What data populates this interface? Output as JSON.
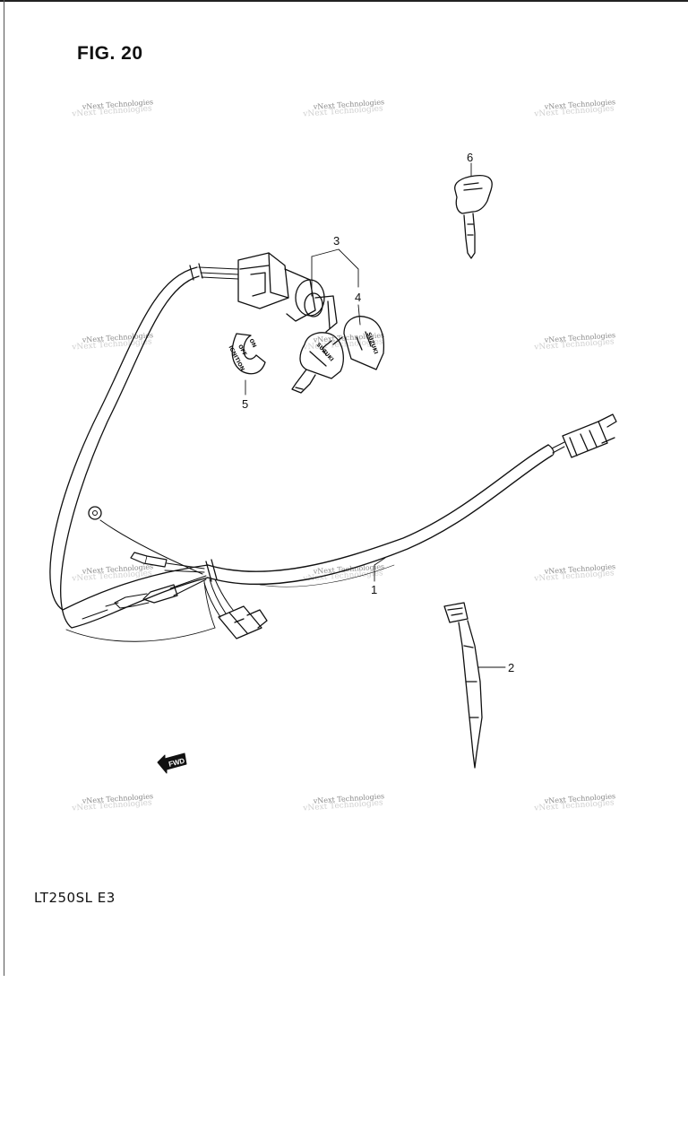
{
  "figure": {
    "title": "FIG. 20"
  },
  "model": {
    "label": "LT250SL  E3"
  },
  "watermark": {
    "text": "vNext Technologies"
  },
  "callouts": [
    {
      "id": "1",
      "label": "1"
    },
    {
      "id": "2",
      "label": "2"
    },
    {
      "id": "3",
      "label": "3"
    },
    {
      "id": "4",
      "label": "4"
    },
    {
      "id": "5",
      "label": "5"
    },
    {
      "id": "6",
      "label": "6"
    }
  ],
  "indicators": {
    "fwd": "FWD"
  },
  "part_stamps": {
    "ignition_plate": [
      "ON",
      "OFF",
      "IGNITION"
    ],
    "key_head": "SUZUKI"
  }
}
